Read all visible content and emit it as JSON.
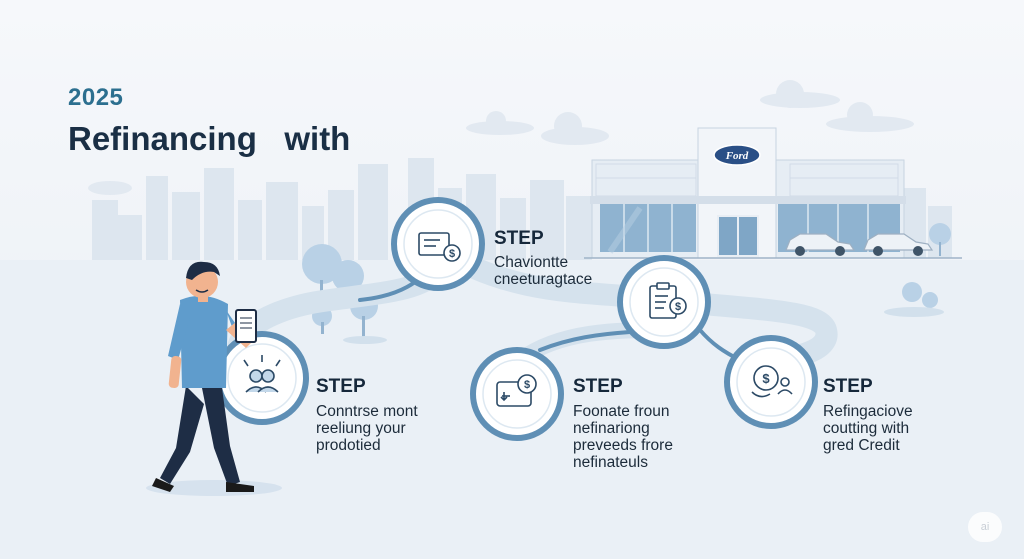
{
  "title": {
    "year": "2025",
    "main": "Refinancing   with"
  },
  "dealership": {
    "logo_text": "Ford"
  },
  "steps": [
    {
      "heading": "STEP",
      "lines": [
        "Chaviontte",
        "cneeturagtace"
      ],
      "icon": "document-dollar-icon"
    },
    {
      "heading": "STEP",
      "lines": [
        "Conntrse mont",
        "reeliung your",
        "prodotied"
      ],
      "icon": "people-arrows-icon"
    },
    {
      "heading": "STEP",
      "lines": [
        "Foonate froun",
        "nefinariong",
        "preveeds frore",
        "nefinateuls"
      ],
      "icon": "card-dollar-icon"
    },
    {
      "heading": "STEP",
      "lines": [
        "Refingaciove",
        "coutting with",
        "gred Credit"
      ],
      "icon": "dollar-person-icon"
    }
  ],
  "center_icon": "clipboard-dollar-icon",
  "watermark": "ai",
  "colors": {
    "accent": "#2c6f8f",
    "path": "#9fbfd8",
    "ring": "#6a9dc0",
    "title": "#1a2f45"
  }
}
